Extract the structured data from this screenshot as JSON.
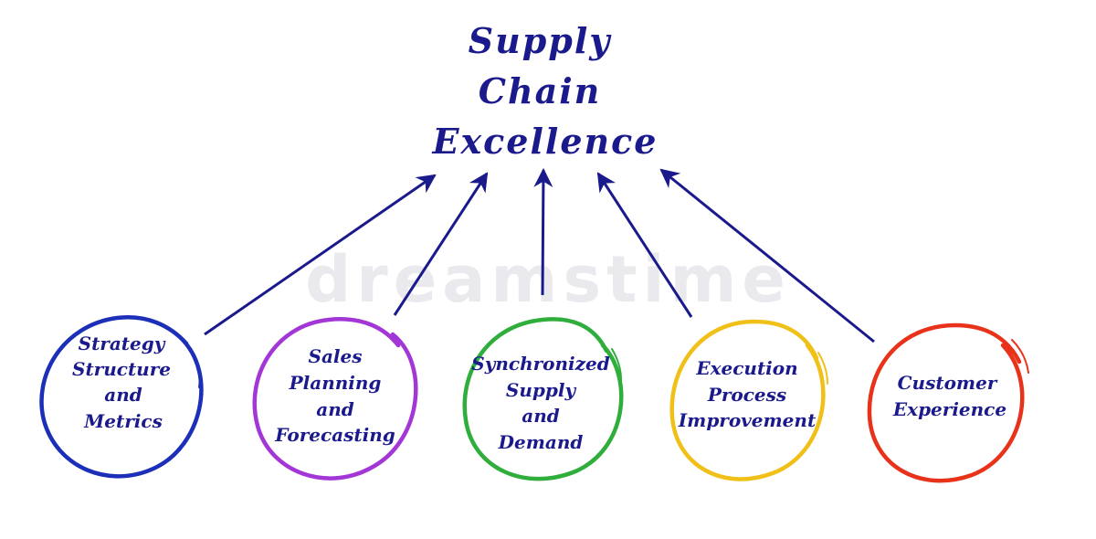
{
  "title": {
    "lines": [
      "Supply",
      "Chain",
      "Excellence"
    ],
    "color": "#1a1a8c"
  },
  "text_color": "#1a1a8c",
  "arrow_color": "#1a1a8c",
  "nodes": [
    {
      "lines": [
        "Strategy",
        "Structure",
        "and",
        "Metrics"
      ],
      "color": "#1c2fb8"
    },
    {
      "lines": [
        "Sales",
        "Planning",
        "and",
        "Forecasting"
      ],
      "color": "#a336d6"
    },
    {
      "lines": [
        "Synchronized",
        "Supply",
        "and",
        "Demand"
      ],
      "color": "#2fae3c"
    },
    {
      "lines": [
        "Execution",
        "Process",
        "Improvement"
      ],
      "color": "#f0c018"
    },
    {
      "lines": [
        "Customer",
        "Experience"
      ],
      "color": "#e8321a"
    }
  ],
  "watermark": {
    "text": "dreamstime",
    "color": "#e9e9ee"
  }
}
